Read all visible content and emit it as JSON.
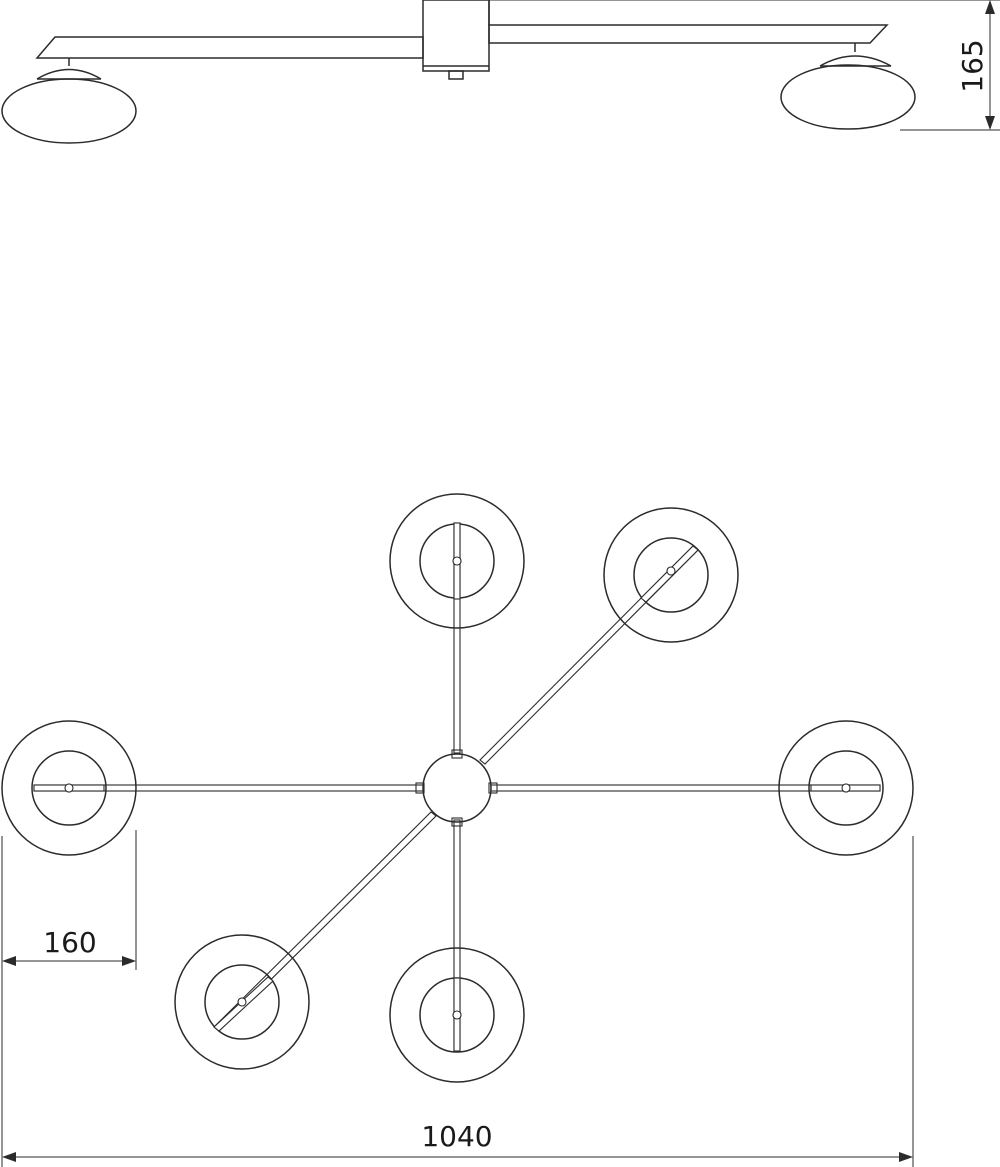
{
  "drawing": {
    "dimensions": {
      "height": "165",
      "shade_diameter": "160",
      "overall_width": "1040"
    },
    "line_color": "#2b2b2b",
    "background": "#ffffff"
  }
}
